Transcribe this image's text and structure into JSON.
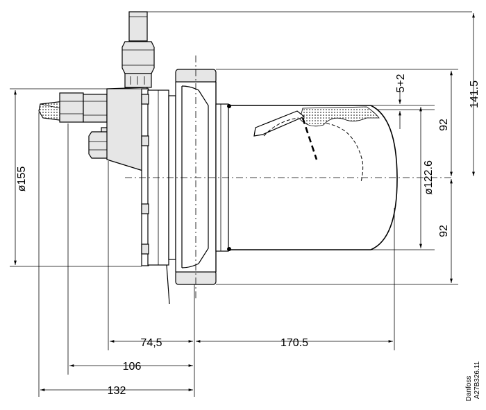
{
  "dimensions": {
    "d_155": "ø155",
    "d_122_6": "ø122.6",
    "h_141_5": "141.5",
    "h_92_top": "92",
    "h_92_bottom": "92",
    "h_5_2": "5+2",
    "w_74_5": "74,5",
    "w_170_5": "170.5",
    "w_106": "106",
    "w_132": "132"
  },
  "brand": {
    "company": "Danfoss",
    "code": "A27B326.11"
  }
}
